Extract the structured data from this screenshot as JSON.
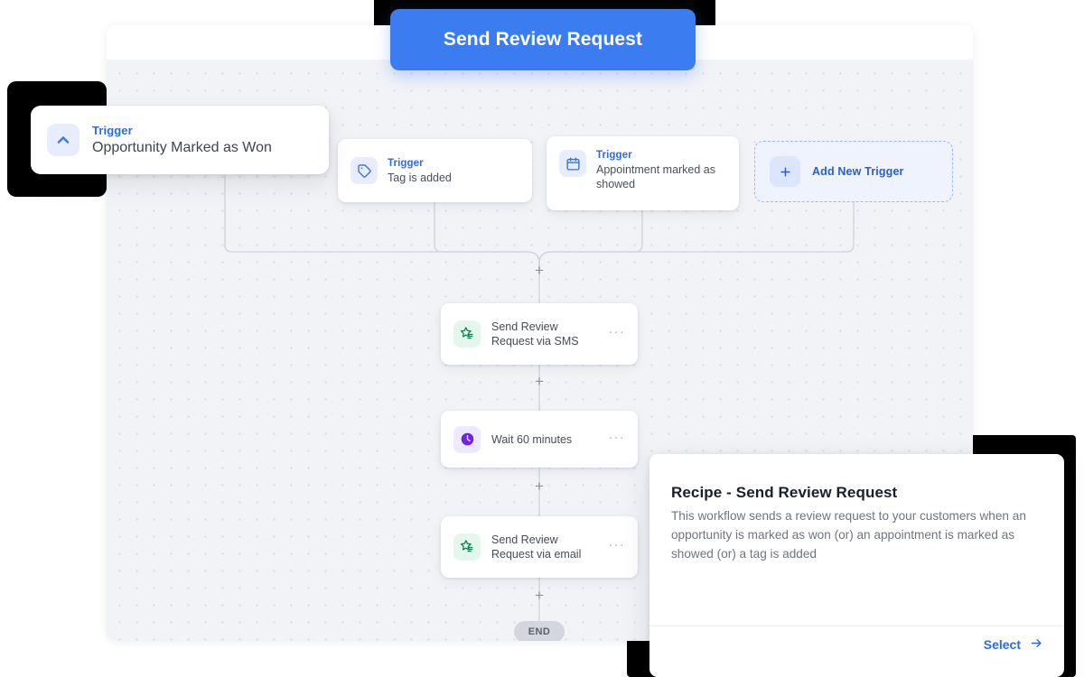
{
  "header": {
    "floating_button": {
      "label": "Send Review Request",
      "color": "#3b7cf0"
    }
  },
  "canvas": {
    "triggers": [
      {
        "label": "Trigger",
        "value": "Opportunity Marked as Won",
        "icon": "chevron-up-icon",
        "icon_color": "#3b7cf0",
        "icon_bg": "#e8edfd"
      },
      {
        "label": "Trigger",
        "value": "Tag is added",
        "icon": "tag-icon",
        "icon_color": "#3b6fd4",
        "icon_bg": "#e8edfd"
      },
      {
        "label": "Trigger",
        "value": "Appointment marked as showed",
        "icon": "calendar-icon",
        "icon_color": "#3b6fd4",
        "icon_bg": "#e8edfd"
      }
    ],
    "add_trigger": {
      "label": "Add New Trigger",
      "icon": "plus-icon",
      "border_color": "#9cb8f5",
      "bg": "#eef3fe"
    },
    "actions": [
      {
        "name": "Send Review Request via SMS",
        "icon": "review-star-icon",
        "icon_color": "#137a4d",
        "icon_bg": "#e3f7ec",
        "menu": "···"
      },
      {
        "name": "Wait 60 minutes",
        "icon": "clock-icon",
        "icon_color": "#6d28d9",
        "icon_bg": "#efe9fd",
        "menu": "···"
      },
      {
        "name": "Send Review Request via email",
        "icon": "review-star-icon",
        "icon_color": "#137a4d",
        "icon_bg": "#e3f7ec",
        "menu": "···"
      }
    ],
    "add_step_label": "+",
    "end_label": "END"
  },
  "recipe": {
    "title": "Recipe - Send Review Request",
    "description": "This workflow sends a review request to your customers when an opportunity is marked as won (or) an appointment is marked as showed (or) a tag is added",
    "select_label": "Select",
    "select_icon": "arrow-right-icon",
    "accent": "#2d6cdf"
  }
}
